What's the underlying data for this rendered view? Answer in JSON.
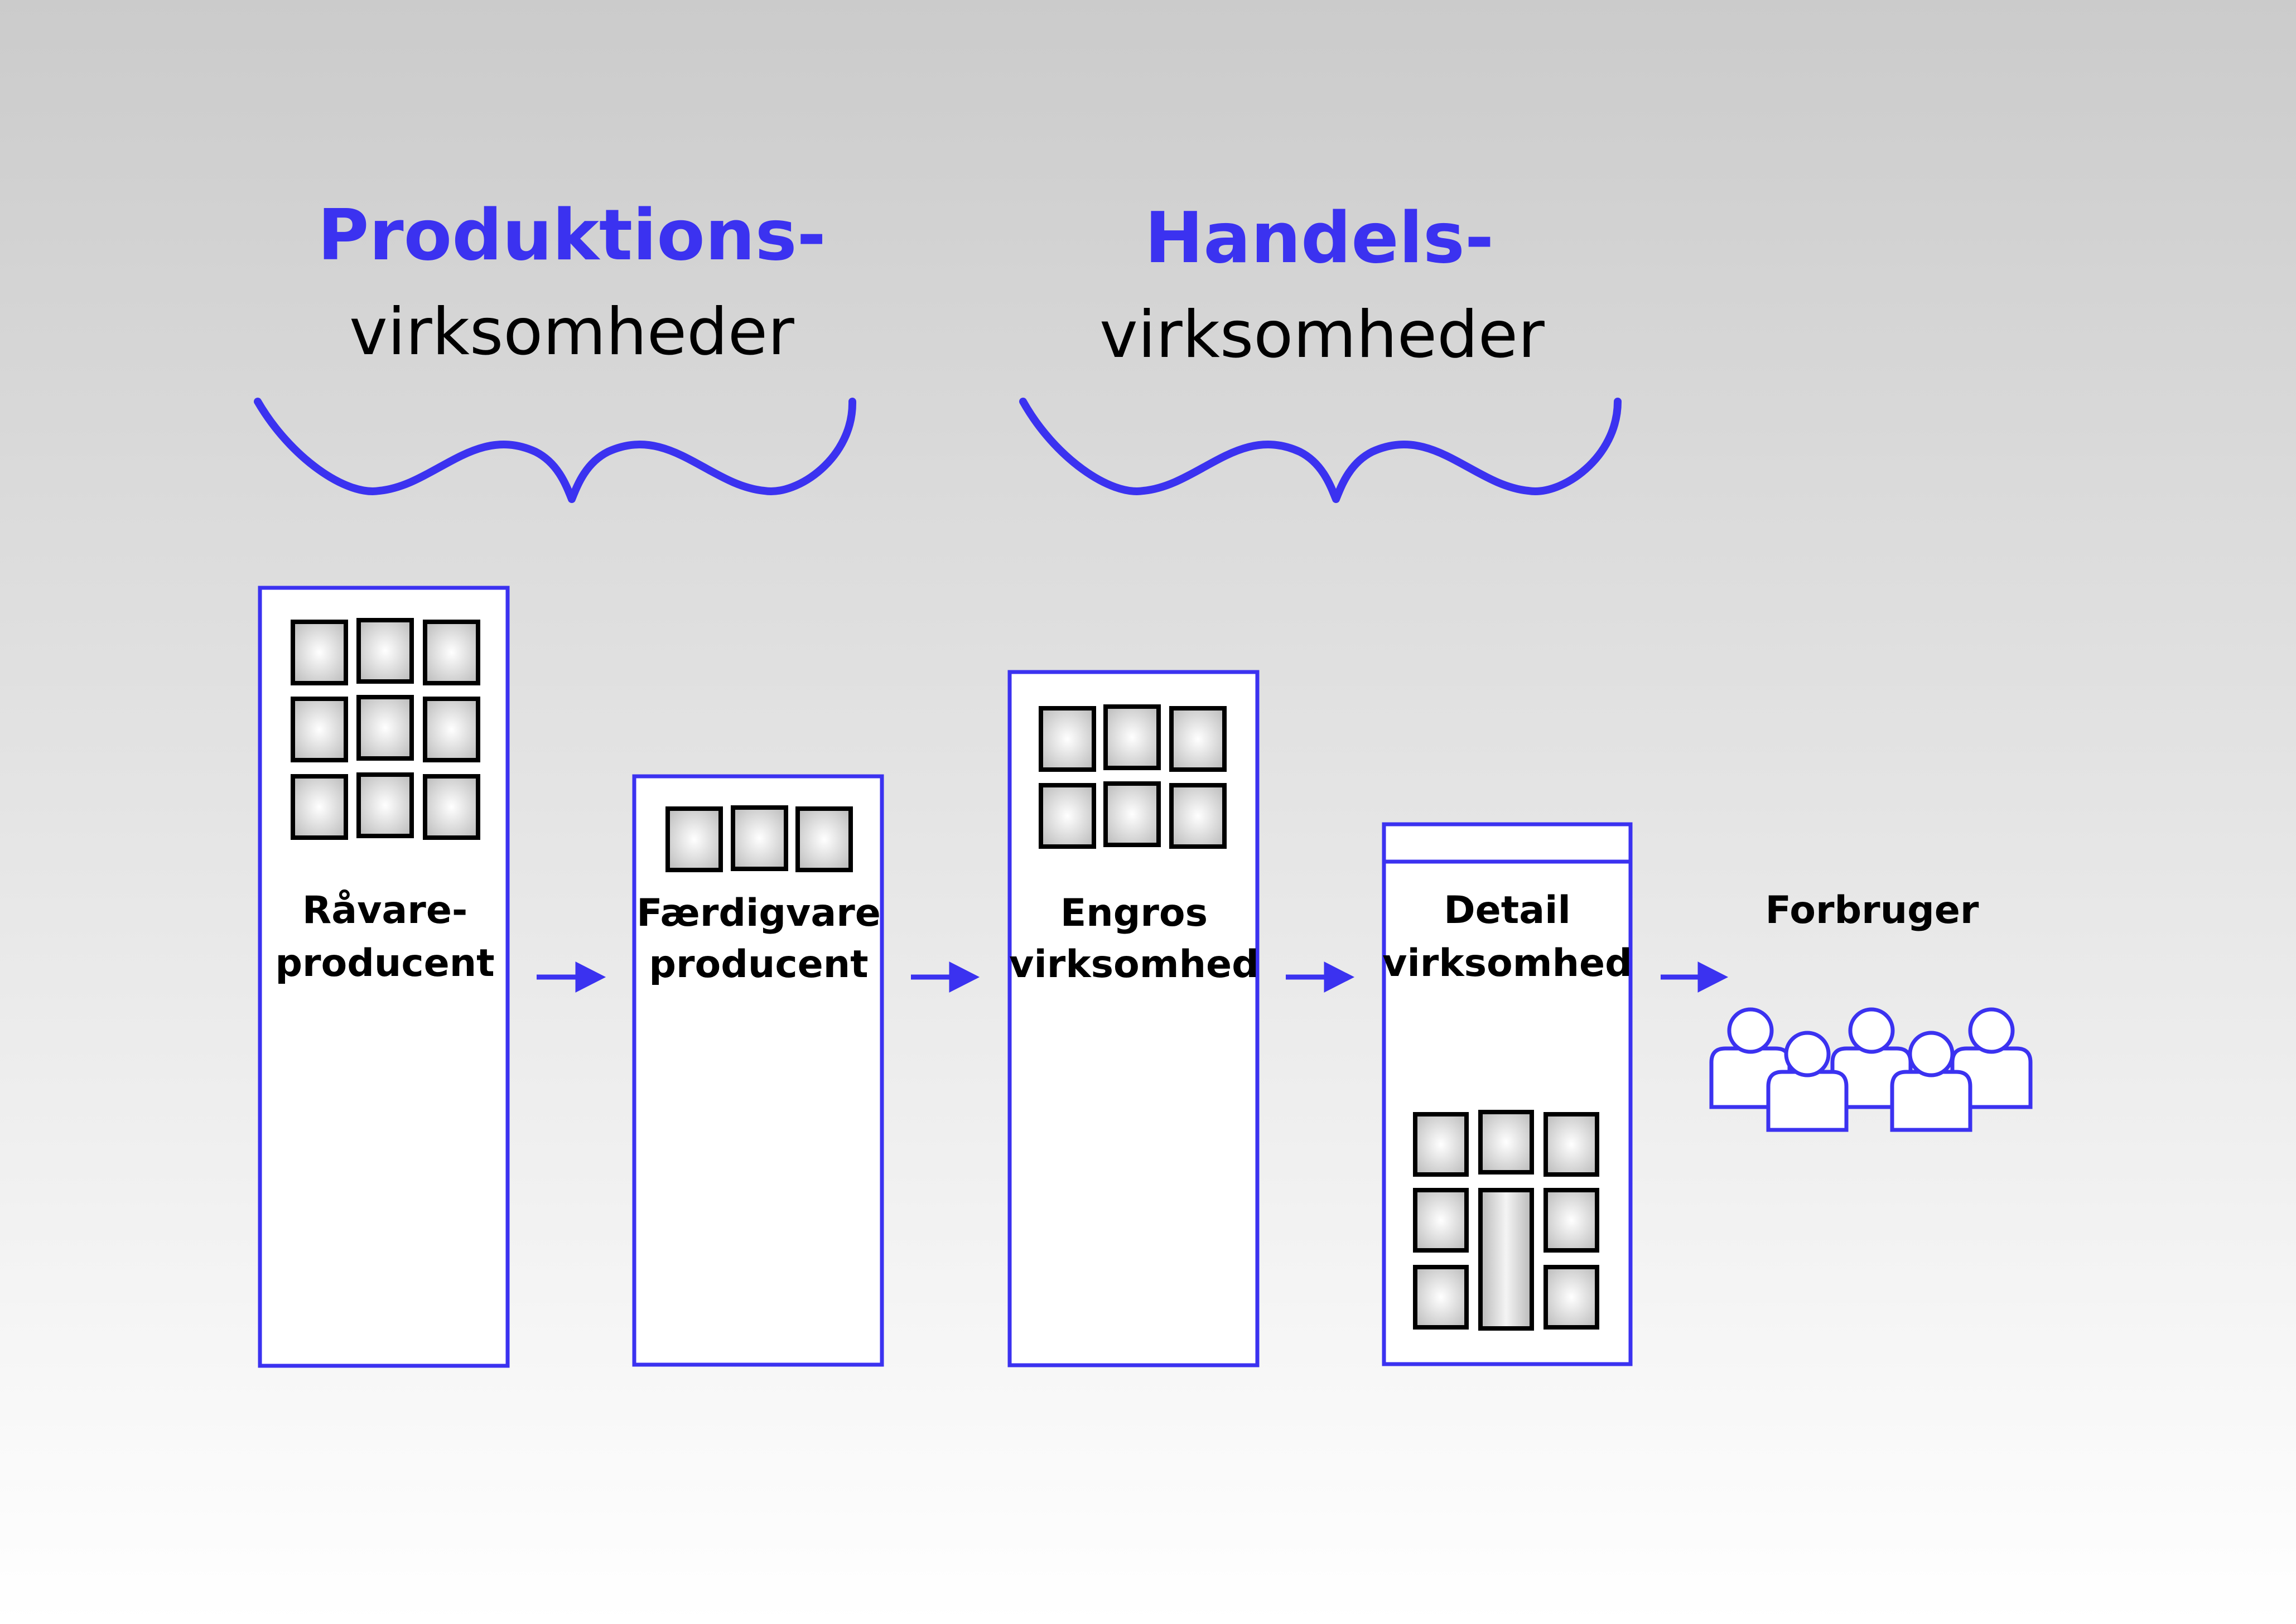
{
  "colors": {
    "accent": "#3b32f0",
    "frame": "#3b32f0",
    "text": "#000000",
    "window_edge": "#000000",
    "building_fill": "#ffffff"
  },
  "groups": [
    {
      "title": "Produktions-",
      "subtitle": "virksomheder"
    },
    {
      "title": "Handels-",
      "subtitle": "virksomheder"
    }
  ],
  "nodes": [
    {
      "line1": "Råvare-",
      "line2": "producent",
      "icon": "building-icon"
    },
    {
      "line1": "Færdigvare",
      "line2": "producent",
      "icon": "building-icon"
    },
    {
      "line1": "Engros",
      "line2": "virksomhed",
      "icon": "building-icon"
    },
    {
      "line1": "Detail",
      "line2": "virksomhed",
      "icon": "shop-icon"
    },
    {
      "line1": "Forbruger",
      "line2": "",
      "icon": "people-icon"
    }
  ],
  "flow": {
    "arrow_icon": "arrow-right-icon",
    "arrow_count": 4
  }
}
